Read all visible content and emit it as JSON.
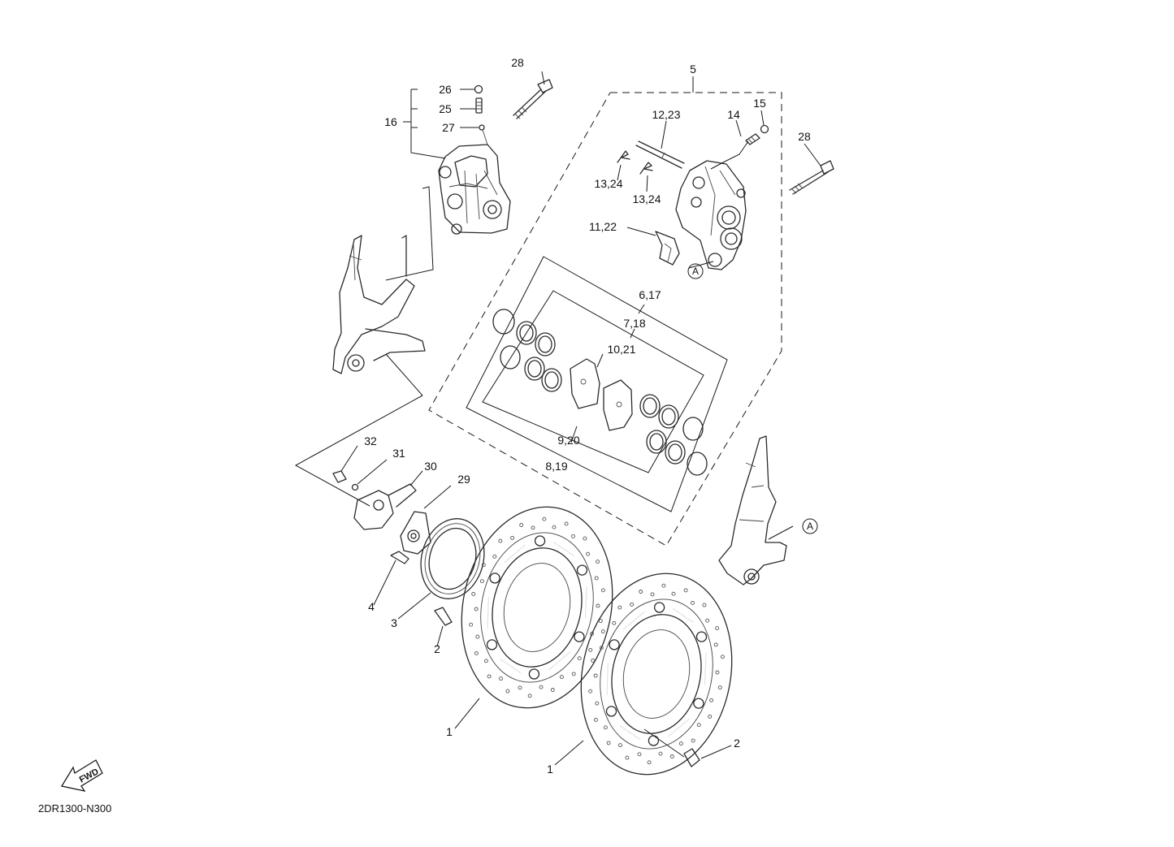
{
  "drawing_code": "2DR1300-N300",
  "fwd_arrow": "FWD",
  "ref_marker": "A",
  "callouts": {
    "c1a": "1",
    "c1b": "1",
    "c2a": "2",
    "c2b": "2",
    "c3": "3",
    "c4": "4",
    "c5": "5",
    "c6": "6,17",
    "c7": "7,18",
    "c8": "8,19",
    "c9": "9,20",
    "c10": "10,21",
    "c11": "11,22",
    "c12": "12,23",
    "c13a": "13,24",
    "c13b": "13,24",
    "c14": "14",
    "c15": "15",
    "c16": "16",
    "c25": "25",
    "c26": "26",
    "c27": "27",
    "c28a": "28",
    "c28b": "28",
    "c29": "29",
    "c30": "30",
    "c31": "31",
    "c32": "32"
  }
}
